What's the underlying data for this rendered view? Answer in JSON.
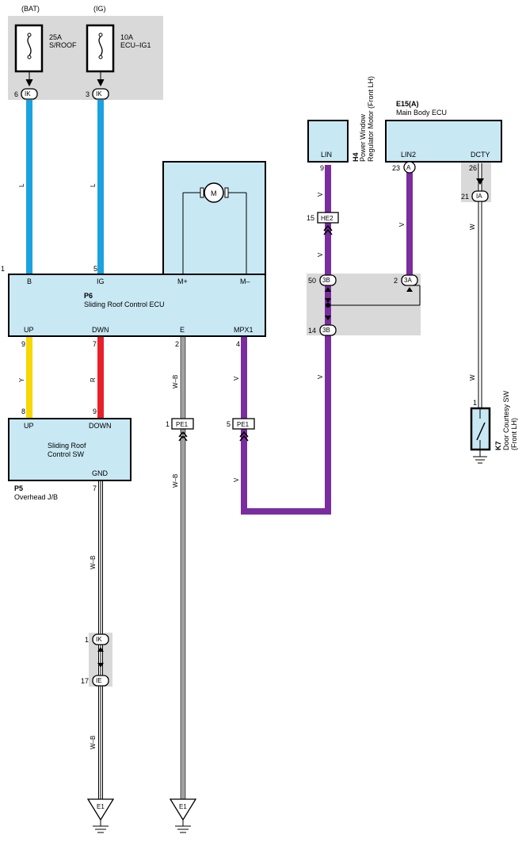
{
  "power": {
    "bat_label": "(BAT)",
    "ig_label": "(IG)",
    "fuse1_rating": "25A",
    "fuse1_name": "S/ROOF",
    "fuse2_rating": "10A",
    "fuse2_name": "ECU–IG1"
  },
  "connectors": {
    "ik": "IK",
    "ie": "IE",
    "ia": "IA",
    "a": "A",
    "b3": "3B",
    "a3": "3A",
    "he2": "HE2",
    "pe1": "PE1"
  },
  "pins": {
    "p6": "6",
    "p3": "3",
    "p1": "1",
    "p5": "5",
    "p9": "9",
    "p7": "7",
    "p2": "2",
    "p4": "4",
    "p8": "8",
    "p23": "23",
    "p26": "26",
    "p21": "21",
    "p15": "15",
    "p50": "50",
    "p14": "14",
    "p17": "17"
  },
  "wire_colors": {
    "l": "L",
    "y": "Y",
    "r": "R",
    "v": "V",
    "w": "W",
    "wb": "W–B"
  },
  "ecu": {
    "id": "P6",
    "name": "Sliding Roof Control ECU",
    "pin_b": "B",
    "pin_ig": "IG",
    "pin_mplus": "M+",
    "pin_mminus": "M–",
    "pin_up": "UP",
    "pin_dwn": "DWN",
    "pin_e": "E",
    "pin_mpx1": "MPX1",
    "motor": "M"
  },
  "switch": {
    "id": "P5",
    "location": "Overhead J/B",
    "name_line1": "Sliding Roof",
    "name_line2": "Control SW",
    "pin_up": "UP",
    "pin_down": "DOWN",
    "pin_gnd": "GND"
  },
  "h4": {
    "id": "H4",
    "name_line1": "Power Window",
    "name_line2": "Regulator Motor (Front LH)",
    "pin_lin": "LIN"
  },
  "e15": {
    "id": "E15(A)",
    "name": "Main Body ECU",
    "pin_lin2": "LIN2",
    "pin_dcty": "DCTY"
  },
  "k7": {
    "id": "K7",
    "name_line1": "Door Courtesy SW",
    "name_line2": "(Front LH)"
  },
  "grounds": {
    "e1": "E1"
  },
  "colors": {
    "blue": "#1aa3e0",
    "yellow": "#f7d800",
    "red": "#e8202a",
    "violet": "#7a2d9e",
    "component": "#c8e8f4",
    "shade": "#d9d9d9"
  }
}
